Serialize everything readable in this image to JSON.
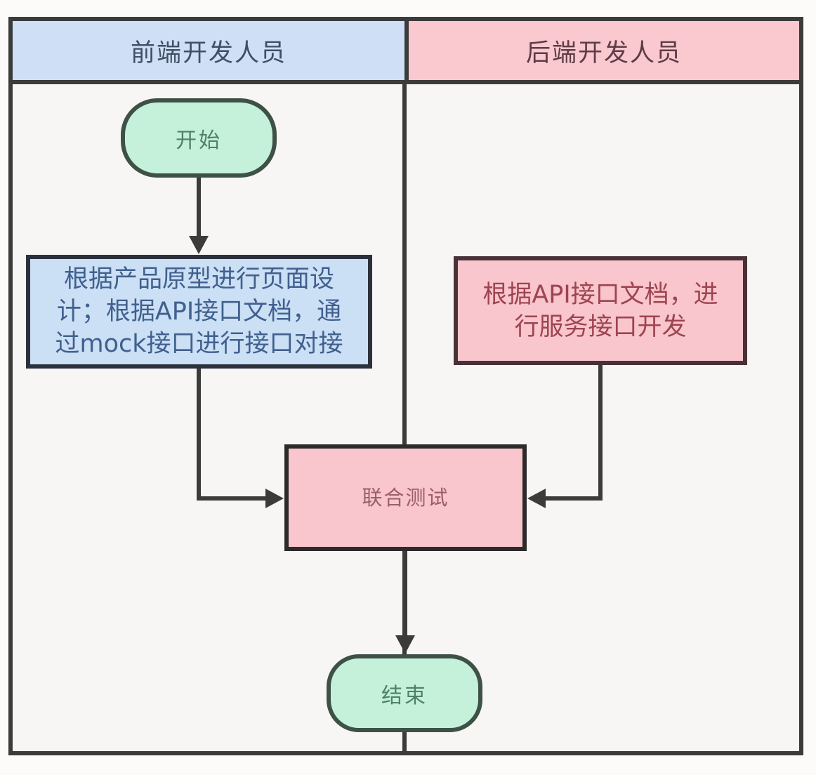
{
  "diagram": {
    "type": "swimlane-flowchart",
    "lanes": [
      {
        "id": "frontend",
        "label": "前端开发人员"
      },
      {
        "id": "backend",
        "label": "后端开发人员"
      }
    ],
    "nodes": {
      "start": {
        "type": "terminator",
        "lane": "frontend",
        "label": "开始"
      },
      "fe_task": {
        "type": "process",
        "lane": "frontend",
        "label": "根据产品原型进行页面设\n计；根据API接口文档，通\n过mock接口进行接口对接"
      },
      "be_task": {
        "type": "process",
        "lane": "backend",
        "label": "根据API接口文档，进\n行服务接口开发"
      },
      "joint_test": {
        "type": "process",
        "lane": "both",
        "label": "联合测试"
      },
      "end": {
        "type": "terminator",
        "lane": "both",
        "label": "结束"
      }
    },
    "edges": [
      {
        "from": "start",
        "to": "fe_task"
      },
      {
        "from": "fe_task",
        "to": "joint_test"
      },
      {
        "from": "be_task",
        "to": "joint_test"
      },
      {
        "from": "joint_test",
        "to": "end"
      },
      {
        "from": "end",
        "to": "frame-bottom"
      }
    ],
    "colors": {
      "line": "#3b3b3b",
      "canvas_bg": "#fcfbfa",
      "frame_bg": "#f7f6f4",
      "lane_frontend_bg": "#cfe0f6",
      "lane_frontend_text": "#414e63",
      "lane_backend_bg": "#f9c9cf",
      "lane_backend_text": "#5e3c45",
      "terminator_bg": "#c5f1da",
      "terminator_border": "#3e5146",
      "terminator_text": "#4f8168",
      "process_blue_bg": "#cbdff5",
      "process_blue_border": "#2b313c",
      "process_blue_text": "#40608e",
      "process_pink_bg": "#f8c6cc",
      "process_pink_border": "#493237",
      "process_pink_text": "#9e4450",
      "joint_border": "#2e2a2b",
      "joint_text": "#9c5f6a"
    }
  }
}
